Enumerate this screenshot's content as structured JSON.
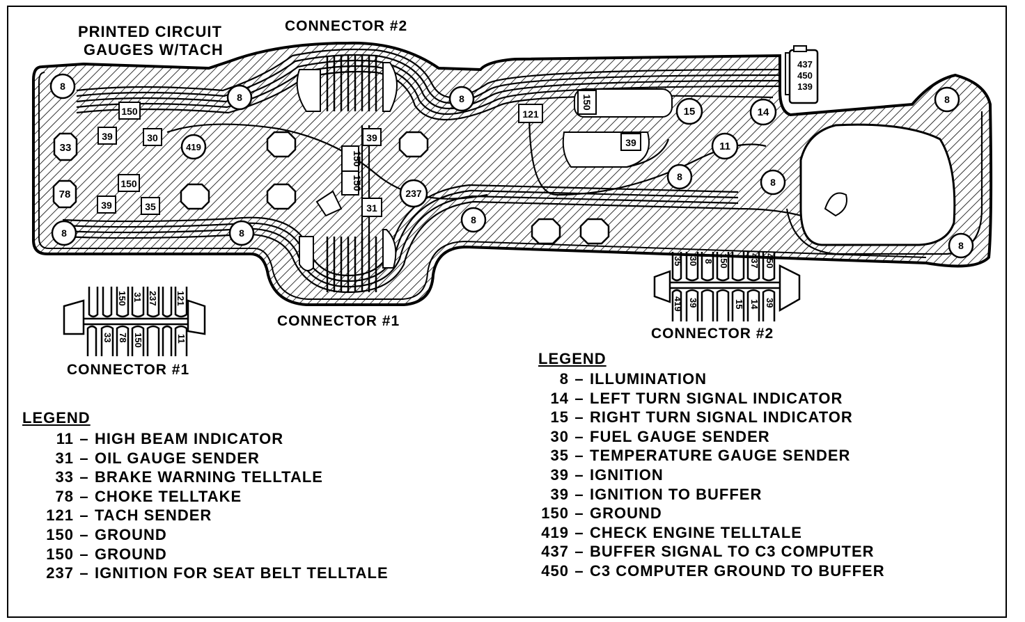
{
  "title": [
    "PRINTED CIRCUIT",
    "GAUGES W/TACH"
  ],
  "connector_labels": {
    "top_connector": "CONNECTOR #2",
    "bottom_connector": "CONNECTOR #1",
    "pinout_left": "CONNECTOR #1",
    "pinout_right": "CONNECTOR #2"
  },
  "board_terminals": {
    "bulb_8": "8",
    "c_33": "33",
    "c_78": "78",
    "c_150a": "150",
    "c_39a": "39",
    "c_30": "30",
    "c_419": "419",
    "c_150b": "150",
    "c_39b": "39",
    "c_35": "35",
    "c_39c": "39",
    "c_150c": "150",
    "c_150d": "150",
    "c_31": "31",
    "c_237": "237",
    "c_121": "121",
    "c_150e": "150",
    "c_15": "15",
    "c_14": "14",
    "c_11": "11",
    "c_39d": "39"
  },
  "buffer_connector": [
    "437",
    "450",
    "139"
  ],
  "connector1_pinout": {
    "top": [
      "150",
      "31",
      "237",
      "121"
    ],
    "bottom": [
      "33",
      "78",
      "150",
      "11"
    ]
  },
  "connector2_pinout": {
    "top": [
      "35",
      "30",
      "8",
      "150",
      "437",
      "450"
    ],
    "bottom": [
      "419",
      "39",
      "15",
      "14",
      "39"
    ]
  },
  "legend_left": {
    "heading": "LEGEND",
    "items": [
      {
        "num": "11",
        "dash": "–",
        "text": "HIGH BEAM INDICATOR"
      },
      {
        "num": "31",
        "dash": "–",
        "text": "OIL GAUGE SENDER"
      },
      {
        "num": "33",
        "dash": "–",
        "text": "BRAKE WARNING TELLTALE"
      },
      {
        "num": "78",
        "dash": "–",
        "text": "CHOKE TELLTAKE"
      },
      {
        "num": "121",
        "dash": "–",
        "text": "TACH SENDER"
      },
      {
        "num": "150",
        "dash": "–",
        "text": "GROUND"
      },
      {
        "num": "150",
        "dash": "–",
        "text": "GROUND"
      },
      {
        "num": "237",
        "dash": "–",
        "text": "IGNITION FOR SEAT BELT TELLTALE"
      }
    ]
  },
  "legend_right": {
    "heading": "LEGEND",
    "items": [
      {
        "num": "8",
        "dash": "–",
        "text": "ILLUMINATION"
      },
      {
        "num": "14",
        "dash": "–",
        "text": "LEFT TURN SIGNAL INDICATOR"
      },
      {
        "num": "15",
        "dash": "–",
        "text": "RIGHT TURN SIGNAL INDICATOR"
      },
      {
        "num": "30",
        "dash": "–",
        "text": "FUEL GAUGE SENDER"
      },
      {
        "num": "35",
        "dash": "–",
        "text": "TEMPERATURE GAUGE SENDER"
      },
      {
        "num": "39",
        "dash": "–",
        "text": "IGNITION"
      },
      {
        "num": "39",
        "dash": "–",
        "text": "IGNITION TO BUFFER"
      },
      {
        "num": "150",
        "dash": "–",
        "text": "GROUND"
      },
      {
        "num": "419",
        "dash": "–",
        "text": "CHECK ENGINE TELLTALE"
      },
      {
        "num": "437",
        "dash": "–",
        "text": "BUFFER SIGNAL TO C3 COMPUTER"
      },
      {
        "num": "450",
        "dash": "–",
        "text": "C3 COMPUTER GROUND TO BUFFER"
      }
    ]
  }
}
